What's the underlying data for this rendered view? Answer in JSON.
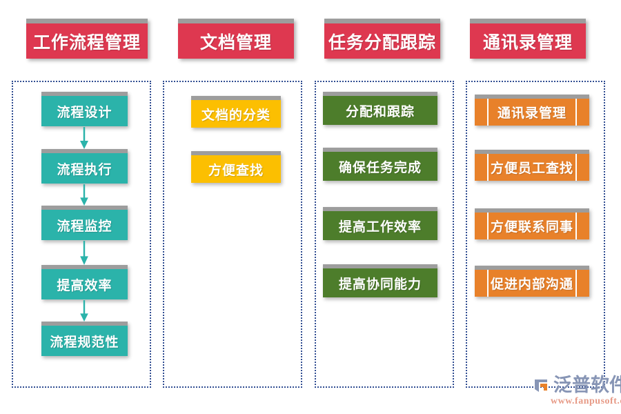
{
  "palette": {
    "header_red": "#de3850",
    "teal": "#2bb3aa",
    "amber": "#fcbf01",
    "green": "#4d7d2b",
    "orange": "#e8812a",
    "panel_border": "#2f4c91",
    "box_top_bar": "#9d9d9d",
    "background": "#ffffff"
  },
  "columns": [
    {
      "header": "工作流程管理",
      "color": "#2bb3aa",
      "connected": true,
      "steps": [
        "流程设计",
        "流程执行",
        "流程监控",
        "提高效率",
        "流程规范性"
      ]
    },
    {
      "header": "文档管理",
      "color": "#fcbf01",
      "connected": false,
      "steps": [
        "文档的分类",
        "方便查找"
      ]
    },
    {
      "header": "任务分配跟踪",
      "color": "#4d7d2b",
      "connected": false,
      "steps": [
        "分配和跟踪",
        "确保任务完成",
        "提高工作效率",
        "提高协同能力"
      ]
    },
    {
      "header": "通讯录管理",
      "color": "#e8812a",
      "connected": false,
      "segmented": true,
      "steps": [
        "通讯录管理",
        "方便员工查找",
        "方便联系同事",
        "促进内部沟通"
      ]
    }
  ],
  "logo": {
    "brand": "泛普软件",
    "url": "www.fanpusoft.com"
  }
}
